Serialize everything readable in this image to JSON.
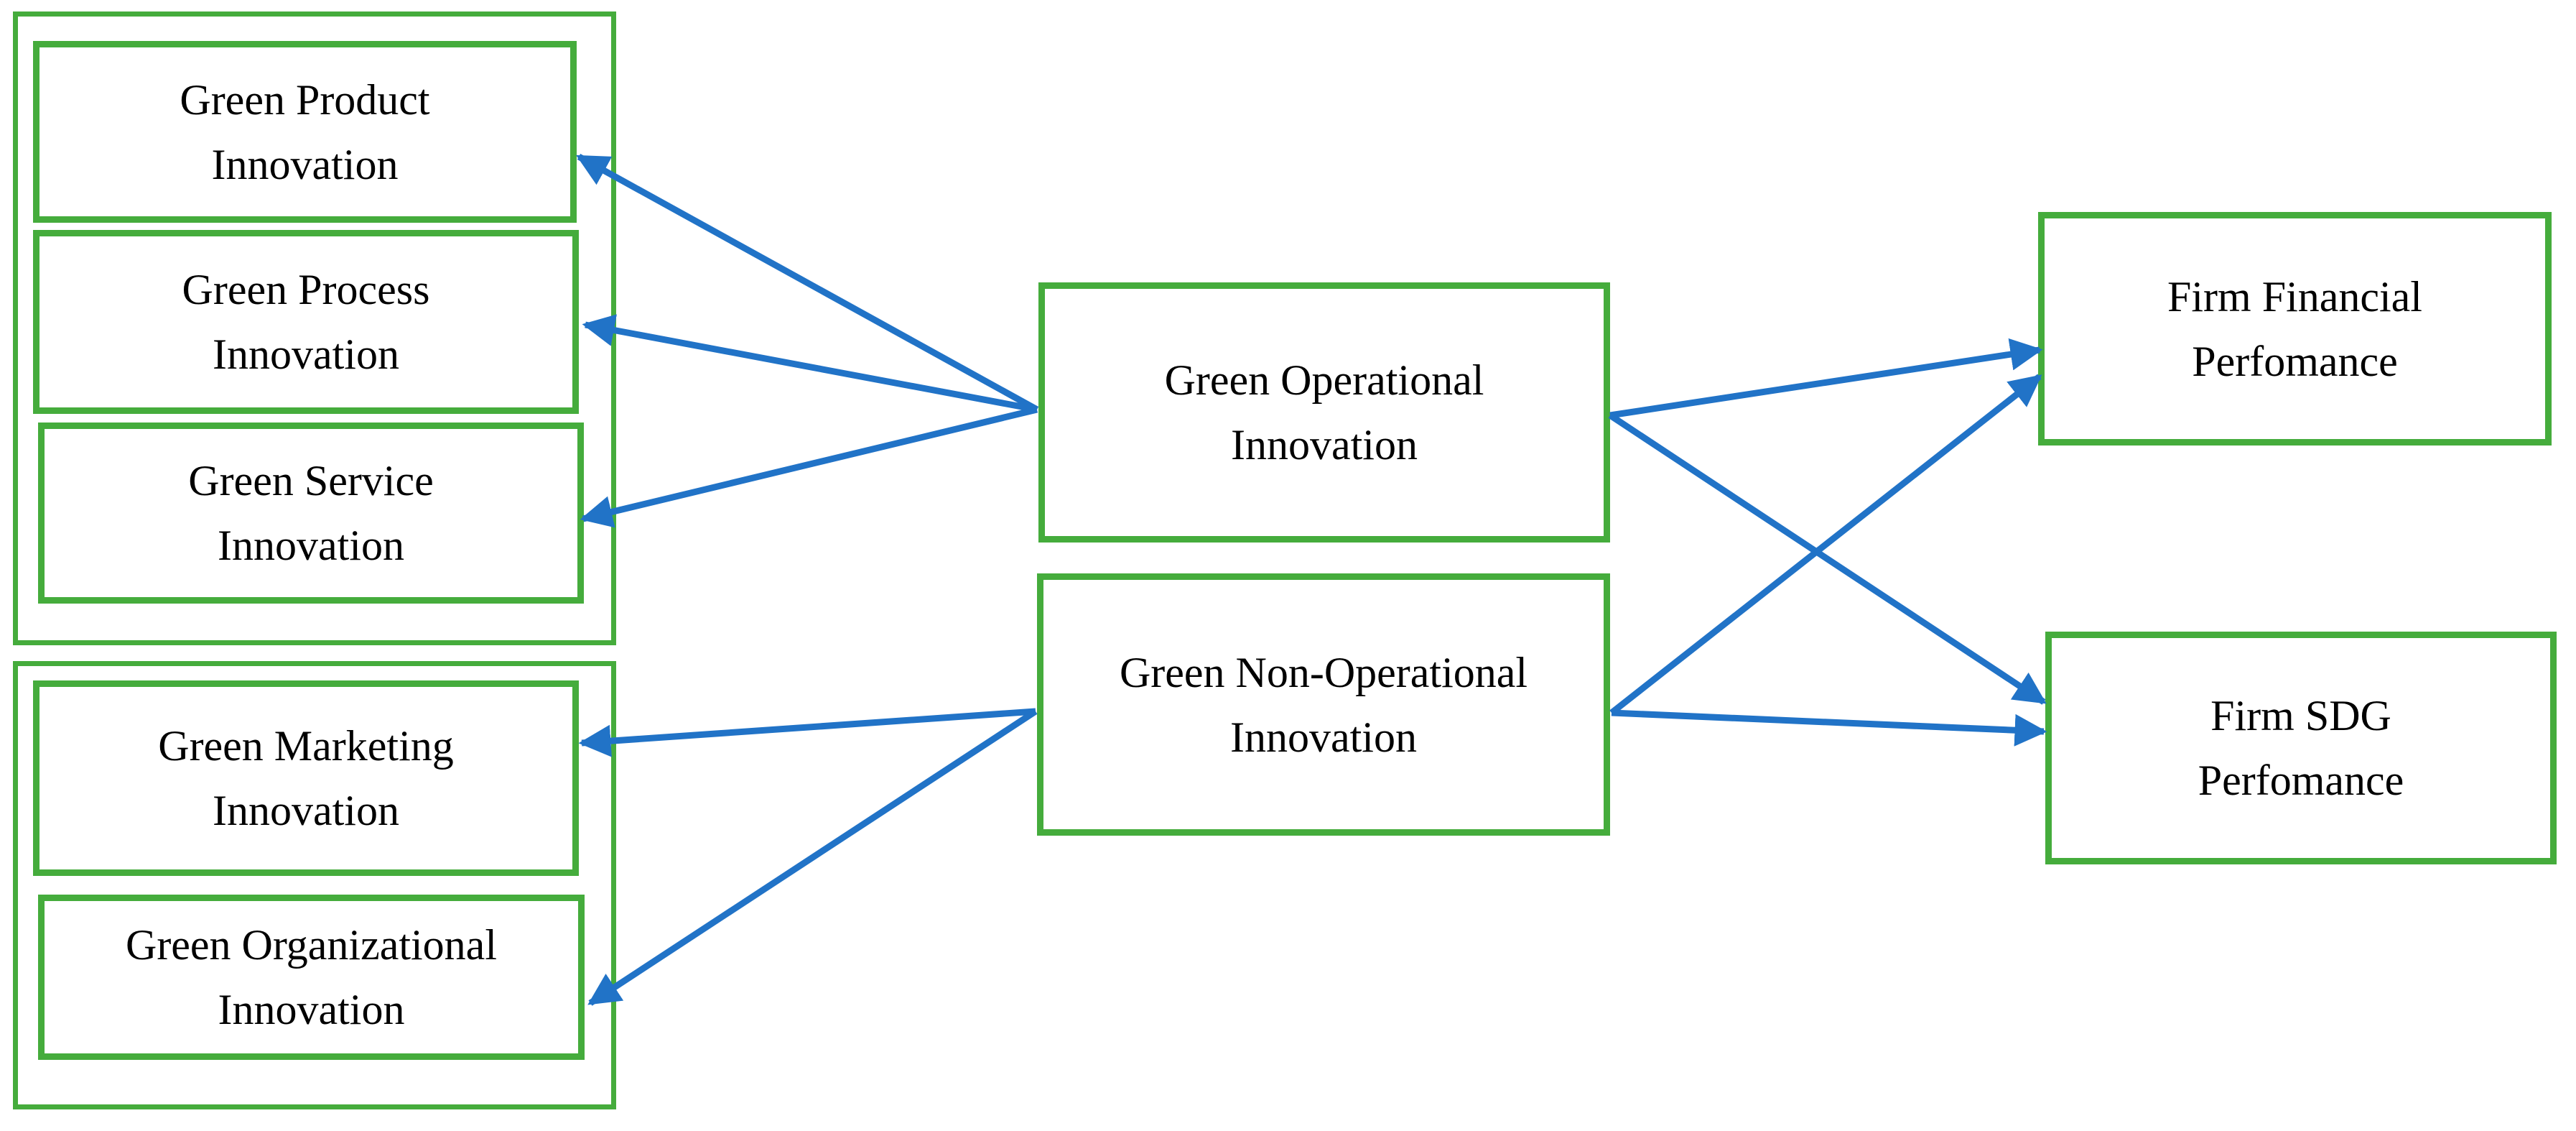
{
  "figure": {
    "boxes": {
      "product": {
        "label": "Green Product\nInnovation"
      },
      "process": {
        "label": "Green Process\nInnovation"
      },
      "service": {
        "label": "Green Service\nInnovation"
      },
      "marketing": {
        "label": "Green Marketing\nInnovation"
      },
      "organizational": {
        "label": "Green Organizational\nInnovation"
      },
      "operational": {
        "label": "Green Operational\nInnovation"
      },
      "non_operational": {
        "label": "Green Non-Operational\nInnovation"
      },
      "financial": {
        "label": "Firm Financial\nPerfomance"
      },
      "sdg": {
        "label": "Firm SDG\nPerfomance"
      }
    },
    "edges": [
      {
        "from": "operational",
        "to": "product"
      },
      {
        "from": "operational",
        "to": "process"
      },
      {
        "from": "operational",
        "to": "service"
      },
      {
        "from": "non_operational",
        "to": "marketing"
      },
      {
        "from": "non_operational",
        "to": "organizational"
      },
      {
        "from": "operational",
        "to": "financial"
      },
      {
        "from": "operational",
        "to": "sdg"
      },
      {
        "from": "non_operational",
        "to": "financial"
      },
      {
        "from": "non_operational",
        "to": "sdg"
      }
    ],
    "colors": {
      "box_border_green": "#45AC3C",
      "arrow_blue": "#2173C7",
      "text_black": "#000000",
      "background_white": "#FFFFFF"
    }
  }
}
